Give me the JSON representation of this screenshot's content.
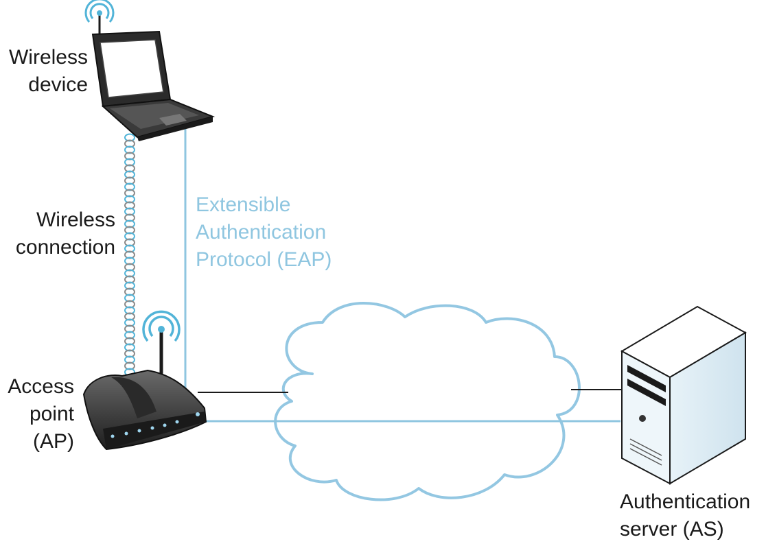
{
  "labels": {
    "wireless_device": [
      "Wireless",
      "device"
    ],
    "wireless_connection": [
      "Wireless",
      "connection"
    ],
    "eap": [
      "Extensible",
      "Authentication",
      "Protocol (EAP)"
    ],
    "access_point": [
      "Access",
      "point",
      "(AP)"
    ],
    "auth_server": [
      "Authentication",
      "server (AS)"
    ]
  },
  "colors": {
    "eap_line": "#8fc6e0",
    "wire": "#1a1a1a",
    "cloud_stroke": "#93c7e2",
    "coil_blue": "#52b4d8",
    "coil_gray": "#8a8a8a"
  },
  "icons": [
    "laptop-icon",
    "router-icon",
    "server-icon",
    "cloud-icon",
    "wifi-signal-icon"
  ]
}
